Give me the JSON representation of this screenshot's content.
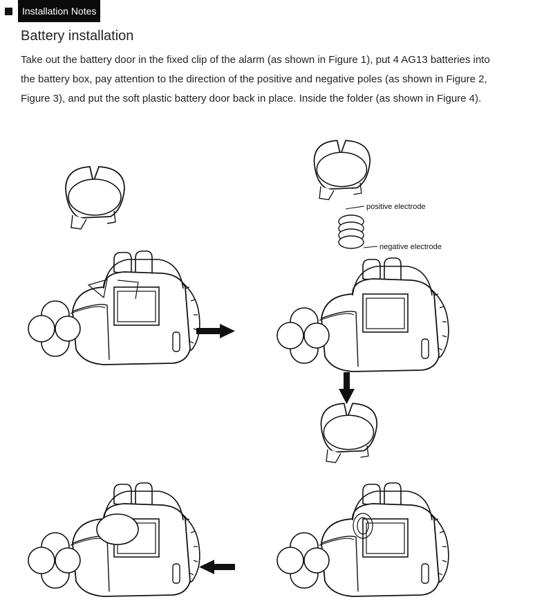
{
  "header": {
    "tag_label": "Installation Notes"
  },
  "section": {
    "title": "Battery installation",
    "body": "Take out the battery door in the fixed clip of the alarm (as shown in Figure 1), put 4 AG13 batteries into the battery box, pay attention to the direction of the positive and negative poles (as shown in Figure 2, Figure 3), and put the soft plastic battery door back in place. Inside the folder (as shown in Figure 4)."
  },
  "labels": {
    "positive": "positive electrode",
    "negative": "negative electrode"
  },
  "icons": [
    "square-bullet-icon",
    "arrow-right-icon",
    "arrow-down-icon",
    "arrow-left-icon"
  ]
}
